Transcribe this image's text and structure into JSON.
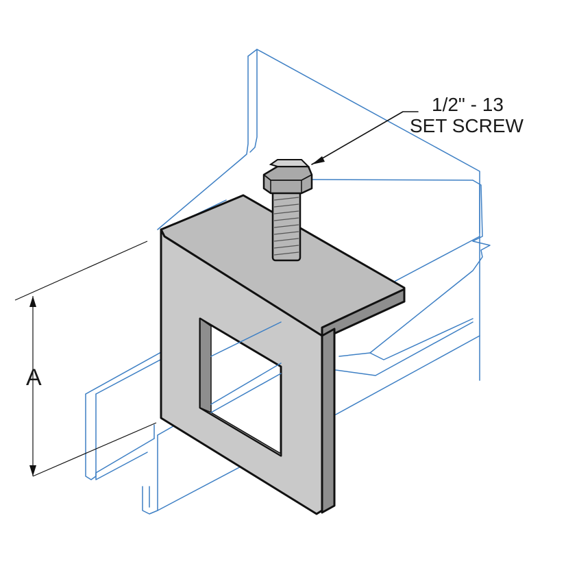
{
  "callout": {
    "line1": "1/2\" - 13",
    "line2": "SET SCREW"
  },
  "dimension": {
    "label": "A"
  },
  "colors": {
    "outline_blue": "#3d7fc4",
    "plate_face": "#c9c9c9",
    "plate_edge": "#8e8e8e",
    "ink": "#111111"
  }
}
